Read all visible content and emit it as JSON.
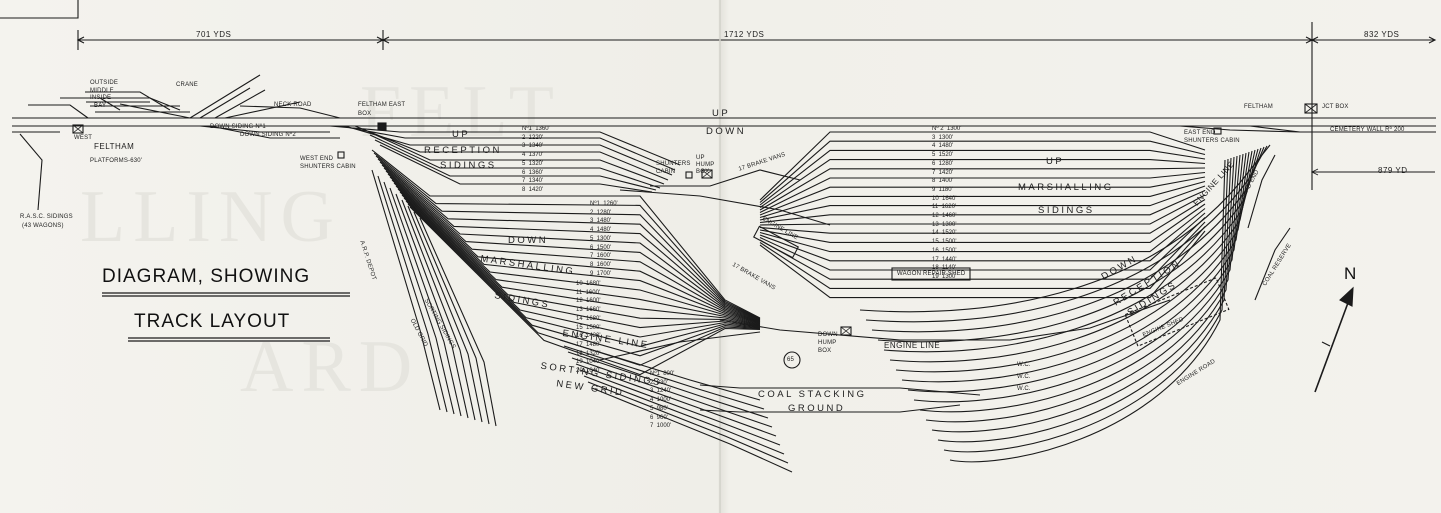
{
  "title": {
    "line1": "DIAGRAM, SHOWING",
    "line2": "TRACK LAYOUT"
  },
  "distances": {
    "west": "701 YDS",
    "middle": "1712 YDS",
    "east": "832 YDS",
    "east_lower": "879 YD"
  },
  "labels": {
    "feltham": "FELTHAM",
    "platforms": "PLATFORMS-630'",
    "west": "WEST",
    "feltham_east_box": "FELTHAM EAST BOX",
    "neck_road": "NECK ROAD",
    "down_siding_1": "DOWN SIDING Nº1",
    "down_siding_2": "DOWN SIDING Nº2",
    "west_end_cabin": "WEST END SHUNTERS CABIN",
    "up_line": "UP",
    "down_line": "DOWN",
    "up_reception": "UP",
    "reception": "RECEPTION",
    "sidings": "SIDINGS",
    "shunters_cabin": "SHUNTERS CABIN",
    "up_hump_box": "UP HUMP BOX",
    "brake_vans_up": "17 BRAKE VANS",
    "down_marshalling_1": "DOWN",
    "down_marshalling_2": "MARSHALLING",
    "down_marshalling_3": "SIDINGS",
    "engine_line_lower": "ENGINE LINE",
    "engine_line_centre": "ENGINE LINE",
    "engine_line_diag": "ENGINE LINE",
    "brake_vans_down": "17 BRAKE VANS",
    "down_hump_box": "DOWN HUMP BOX",
    "wagon_repair": "WAGON REPAIR SHED",
    "up_marshalling_1": "UP",
    "up_marshalling_2": "MARSHALLING",
    "up_marshalling_3": "SIDINGS",
    "down_reception_1": "DOWN",
    "down_reception_2": "RECEPTION",
    "down_reception_3": "SIDINGS",
    "engine_shed": "ENGINE SHED",
    "sorting_sidings": "SORTING SIDINGS",
    "new_grid": "NEW GRID",
    "coal_stacking": "COAL STACKING",
    "ground": "GROUND",
    "arp_depot": "A.R.P. DEPOT",
    "sorting_sidings_old": "SORTING SIDINGS",
    "old_grid": "OLD GRID",
    "rasc_sidings": "R.A.S.C. SIDINGS",
    "rasc_wagons": "(43 WAGONS)",
    "east_end_cabin": "EAST END SHUNTERS CABIN",
    "feltham_jct": "FELTHAM",
    "jct_box": "JCT BOX",
    "cemetery_wall": "CEMETERY WALL Rº 200",
    "coal_reserve": "COAL RESERVE",
    "dead_end": "DEAD END",
    "engine_road": "ENGINE ROAD",
    "north": "N",
    "crane": "CRANE",
    "bay": "BAY",
    "middle": "MIDDLE",
    "outside": "OUTSIDE",
    "inside": "INSIDE",
    "wc": "W.C.",
    "bridge_65": "65"
  },
  "siding_lengths": {
    "up_reception": [
      "Nº1  1360'",
      "2  1220'",
      "3  1340'",
      "4  1370'",
      "5  1320'",
      "6  1360'",
      "7  1340'",
      "8  1420'"
    ],
    "down_marshalling": [
      "Nº1  1260'",
      "2  1280'",
      "3  1480'",
      "4  1480'",
      "5  1300'",
      "6  1500'",
      "7  1600'",
      "8  1600'",
      "9  1700'",
      "10  1680'",
      "11  1600'",
      "12  1600'",
      "13  1660'",
      "14  1680'",
      "15  1500'",
      "16  1420'",
      "17  1480'",
      "18  1320'",
      "19  1040'",
      "20  1040'"
    ],
    "up_marshalling": [
      "Nº 2  1300'",
      "3  1300'",
      "4  1480'",
      "5  1520'",
      "6  1280'",
      "7  1420'",
      "8  1400'",
      "9  1180'",
      "10  1640'",
      "11  1620'",
      "12  1460'",
      "13  1300'",
      "14  1520'",
      "15  1500'",
      "16  1500'",
      "17  1440'",
      "18  1140'",
      "19  1300'"
    ],
    "sorting_new_grid": [
      "Nº1  800'",
      "2  830'",
      "3  1240'",
      "4  1000'",
      "5  980'",
      "6  960'",
      "7  1000'"
    ]
  },
  "colors": {
    "paper": "#f2f1ec",
    "ink": "#1b1b1b"
  }
}
